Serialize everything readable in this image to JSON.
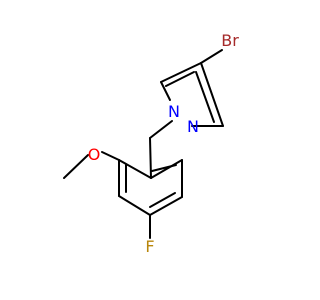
{
  "molecule": {
    "atoms": {
      "bromine": "Br",
      "nitrogen_1": "N",
      "nitrogen_2": "N",
      "oxygen": "O",
      "fluorine": "F"
    },
    "colors": {
      "bond": "#000000",
      "carbon": "#000000",
      "bromine": "#a52a2a",
      "nitrogen": "#0000ff",
      "oxygen": "#ff0000",
      "fluorine": "#b8860b"
    }
  }
}
